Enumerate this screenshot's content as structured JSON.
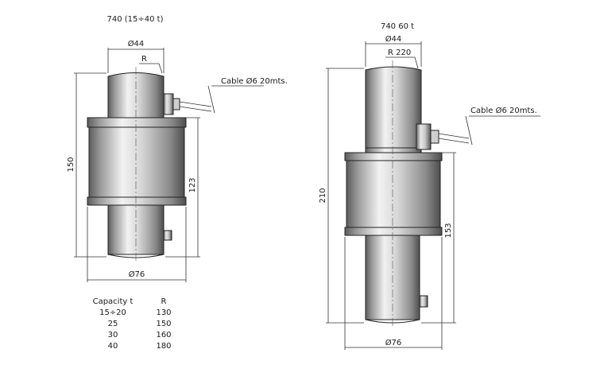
{
  "left_model": {
    "title": "740 (15÷40 t)",
    "dia_top": "Ø44",
    "radius": "R",
    "cable": "Cable Ø6 20mts.",
    "height_total": "150",
    "height_inner": "123",
    "dia_bottom": "Ø76"
  },
  "right_model": {
    "title": "740 60 t",
    "dia_top": "Ø44",
    "radius": "R 220",
    "cable": "Cable Ø6 20mts.",
    "height_total": "210",
    "height_inner": "153",
    "dia_bottom": "Ø76"
  },
  "table": {
    "headers": [
      "Capacity t",
      "R"
    ],
    "rows": [
      [
        "15÷20",
        "130"
      ],
      [
        "25",
        "150"
      ],
      [
        "30",
        "160"
      ],
      [
        "40",
        "180"
      ]
    ]
  }
}
